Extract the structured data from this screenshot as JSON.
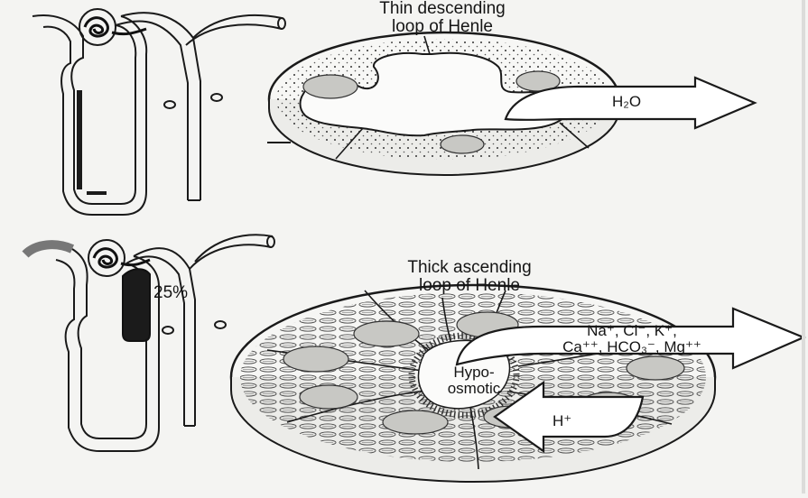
{
  "top_panel": {
    "title_line1": "Thin descending",
    "title_line2": "loop of Henle",
    "arrow_label": "H₂O"
  },
  "bottom_panel": {
    "title_line1": "Thick ascending",
    "title_line2": "loop of Henle",
    "percent": "25%",
    "out_arrow_line1": "Na⁺, Cl⁻, K⁺,",
    "out_arrow_line2": "Ca⁺⁺, HCO₃⁻, Mg⁺⁺",
    "lumen_line1": "Hypo-",
    "lumen_line2": "osmotic",
    "in_arrow_label": "H⁺"
  },
  "colors": {
    "background": "#f4f4f2",
    "ink": "#151515",
    "nucleus": "#c8c8c4",
    "highlight": "#1b1b1b"
  }
}
